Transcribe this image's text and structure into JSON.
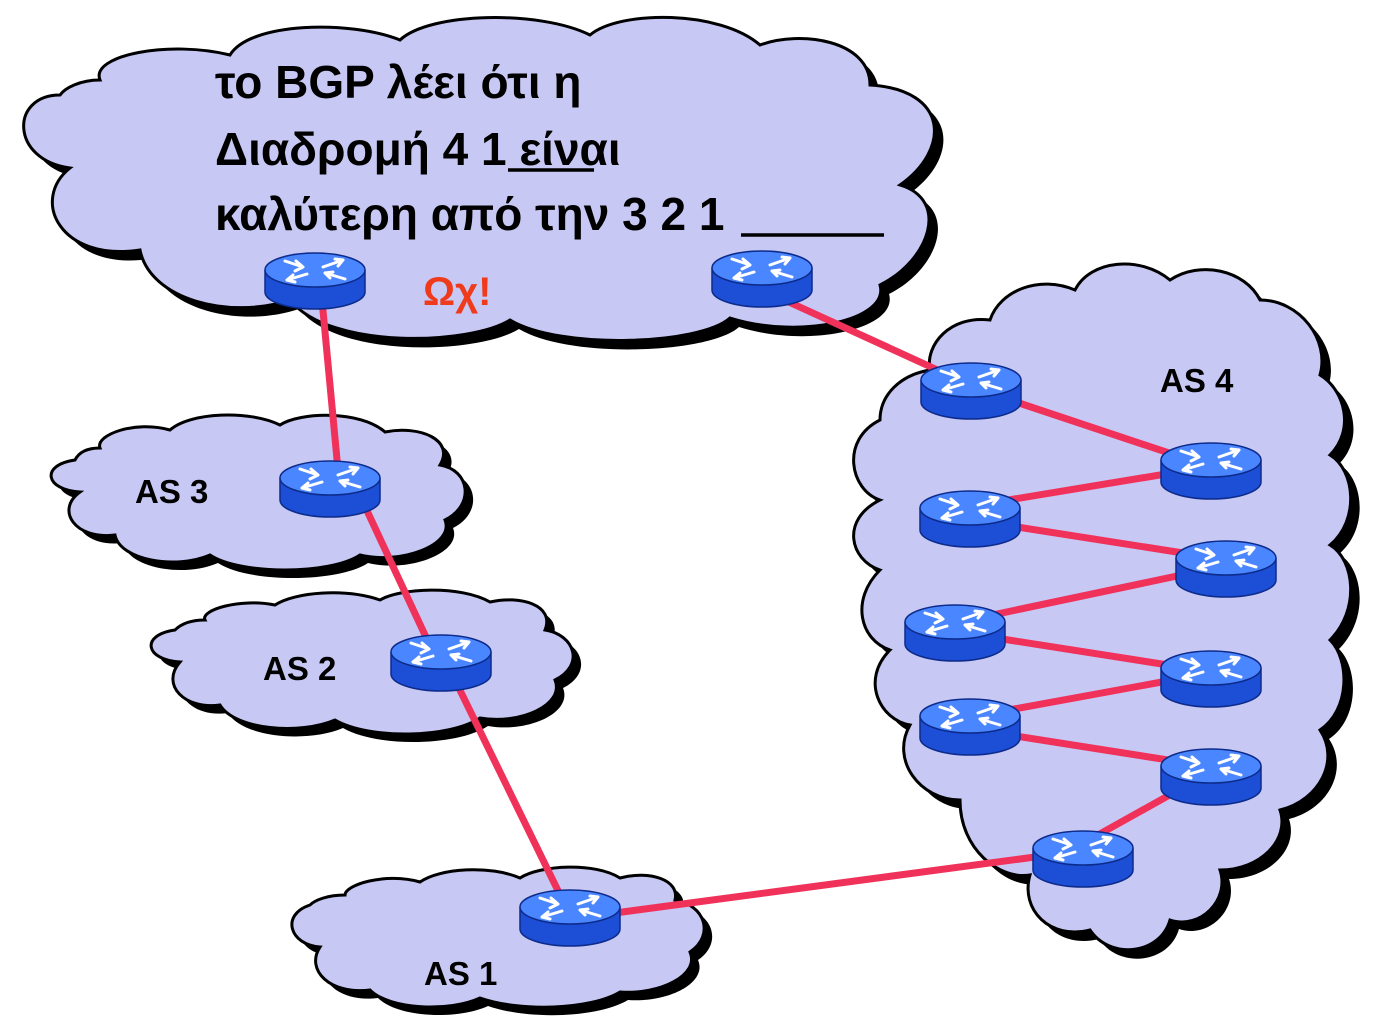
{
  "headline": {
    "line1": "το BGP λέει ότι η",
    "line2_prefix": "Διαδρομή ",
    "line2_route": "4 1",
    "line2_suffix": " είναι",
    "line3_prefix": "καλύτερη από την ",
    "line3_route": "3 2 1"
  },
  "exclamation": "Ωχ!",
  "as_labels": {
    "as1": "AS 1",
    "as2": "AS 2",
    "as3": "AS 3",
    "as4": "AS 4"
  },
  "colors": {
    "cloud_fill": "#c8c8f4",
    "link": "#f0325a",
    "router_top": "#4a86ff",
    "router_side": "#1d4fd6",
    "exclamation": "#ef3a1c"
  },
  "icons": {
    "router": "router-icon",
    "cloud": "cloud-icon"
  }
}
